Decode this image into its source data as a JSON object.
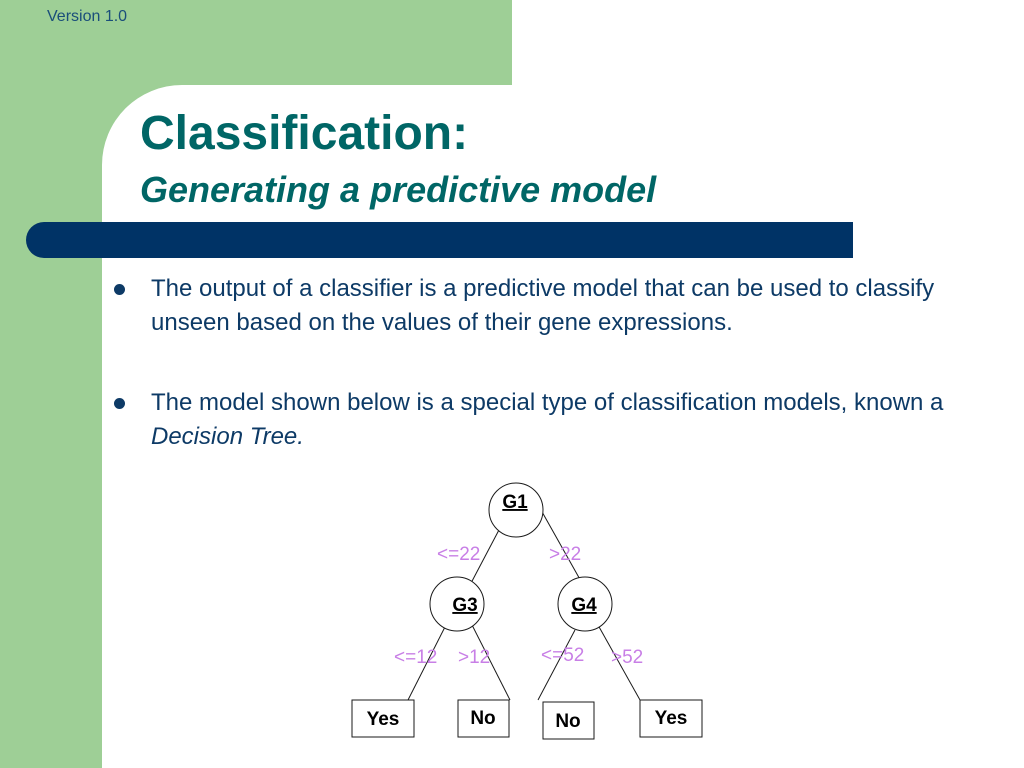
{
  "header": {
    "version": "Version 1.0",
    "title": "Classification:",
    "subtitle": "Generating a predictive model"
  },
  "bullets": [
    {
      "text": "The output of a classifier is a predictive model that can be used to classify unseen based on the values of their gene expressions."
    },
    {
      "text": "The model shown below is a special type of classification models, known a ",
      "emphasis": "Decision Tree."
    }
  ],
  "tree": {
    "nodes": {
      "root": "G1",
      "left": "G3",
      "right": "G4"
    },
    "edges": {
      "root_left": "<=22",
      "root_right": ">22",
      "left_left": "<=12",
      "left_right": ">12",
      "right_left": "<=52",
      "right_right": ">52"
    },
    "leaves": {
      "ll": "Yes",
      "lr": "No",
      "rl": "No",
      "rr": "Yes"
    }
  },
  "colors": {
    "green_band": "#9ecf96",
    "navy_bar": "#003366",
    "title": "#006666",
    "edge_label": "#c87fe6"
  }
}
